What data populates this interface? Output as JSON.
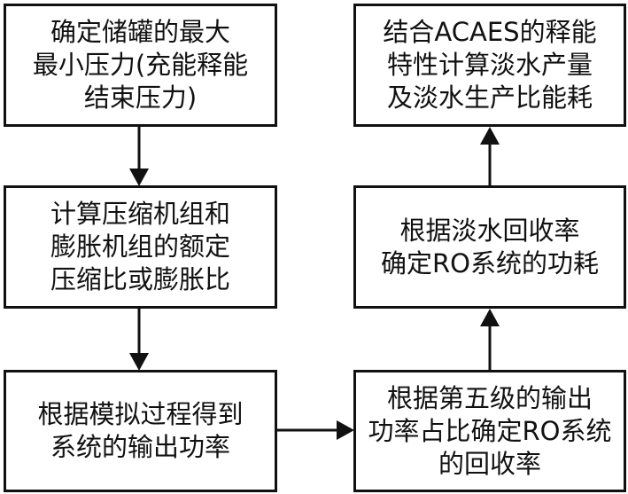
{
  "diagram": {
    "type": "flowchart",
    "nodes": [
      {
        "id": "b1",
        "lines": [
          "确定储罐的最大",
          "最小压力(充能释能",
          "结束压力)"
        ]
      },
      {
        "id": "b2",
        "lines": [
          "计算压缩机组和",
          "膨胀机组的额定",
          "压缩比或膨胀比"
        ]
      },
      {
        "id": "b3",
        "lines": [
          "根据模拟过程得到",
          "系统的输出功率"
        ]
      },
      {
        "id": "b4",
        "lines": [
          "根据第五级的输出",
          "功率占比确定RO系统",
          "的回收率"
        ]
      },
      {
        "id": "b5",
        "lines": [
          "根据淡水回收率",
          "确定RO系统的功耗"
        ]
      },
      {
        "id": "b6",
        "lines": [
          "结合ACAES的释能",
          "特性计算淡水产量",
          "及淡水生产比能耗"
        ]
      }
    ],
    "edges": [
      {
        "from": "b1",
        "to": "b2"
      },
      {
        "from": "b2",
        "to": "b3"
      },
      {
        "from": "b3",
        "to": "b4"
      },
      {
        "from": "b4",
        "to": "b5"
      },
      {
        "from": "b5",
        "to": "b6"
      }
    ],
    "colors": {
      "line": "#111111",
      "background": "#ffffff"
    }
  }
}
